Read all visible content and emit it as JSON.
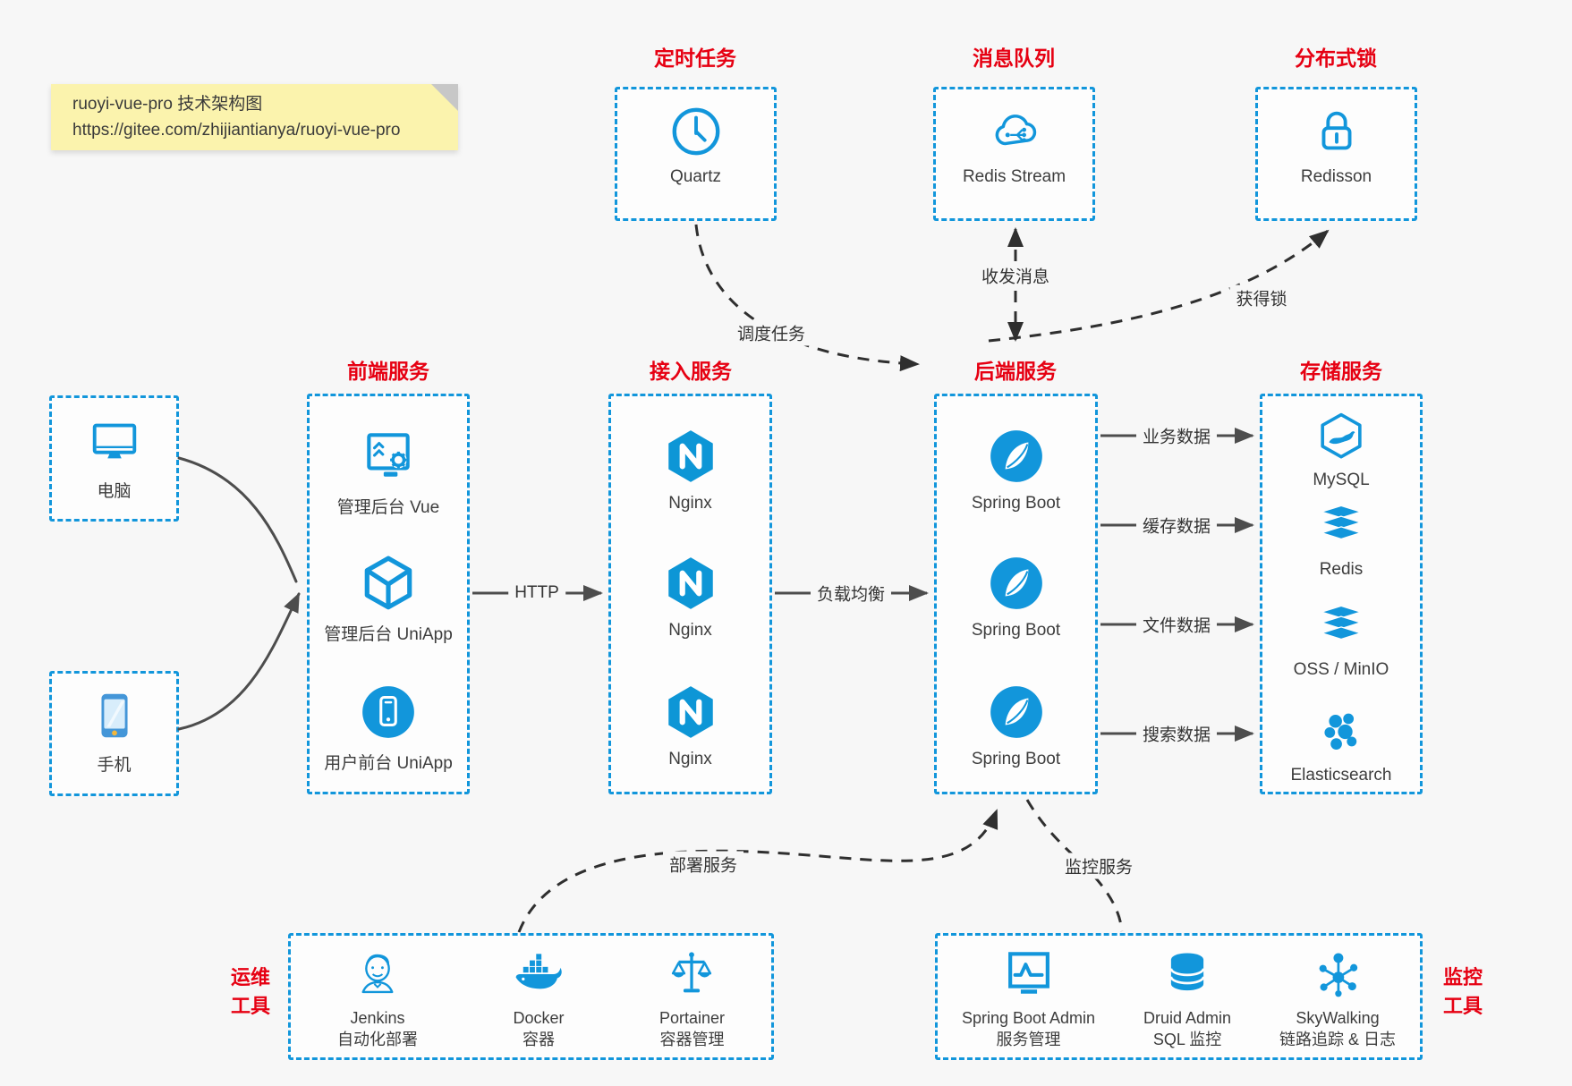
{
  "note": {
    "line1": "ruoyi-vue-pro 技术架构图",
    "line2": "https://gitee.com/zhijiantianya/ruoyi-vue-pro"
  },
  "colors": {
    "accent_blue": "#1296db",
    "title_red": "#e60012",
    "note_bg": "#fbf3ad",
    "solid_arrow_gray": "#4d4d4d",
    "dashed_arrow_dark": "#2f2f2f",
    "background": "#f7f7f7"
  },
  "top_groups": [
    {
      "title": "定时任务",
      "item": {
        "icon": "clock",
        "label": "Quartz"
      }
    },
    {
      "title": "消息队列",
      "item": {
        "icon": "cloud-stream",
        "label": "Redis Stream"
      }
    },
    {
      "title": "分布式锁",
      "item": {
        "icon": "lock",
        "label": "Redisson"
      }
    }
  ],
  "clients": [
    {
      "icon": "desktop",
      "label": "电脑"
    },
    {
      "icon": "smartphone",
      "label": "手机"
    }
  ],
  "main_groups": [
    {
      "title": "前端服务",
      "items": [
        {
          "icon": "admin-vue",
          "label": "管理后台 Vue"
        },
        {
          "icon": "uniapp-cube",
          "label": "管理后台 UniApp"
        },
        {
          "icon": "phone-circle",
          "label": "用户前台 UniApp"
        }
      ]
    },
    {
      "title": "接入服务",
      "items": [
        {
          "icon": "nginx",
          "label": "Nginx"
        },
        {
          "icon": "nginx",
          "label": "Nginx"
        },
        {
          "icon": "nginx",
          "label": "Nginx"
        }
      ]
    },
    {
      "title": "后端服务",
      "items": [
        {
          "icon": "spring-boot",
          "label": "Spring Boot"
        },
        {
          "icon": "spring-boot",
          "label": "Spring Boot"
        },
        {
          "icon": "spring-boot",
          "label": "Spring Boot"
        }
      ]
    },
    {
      "title": "存储服务",
      "items": [
        {
          "icon": "mysql",
          "label": "MySQL"
        },
        {
          "icon": "redis-stack",
          "label": "Redis"
        },
        {
          "icon": "storage-stack",
          "label": "OSS / MinIO"
        },
        {
          "icon": "elasticsearch",
          "label": "Elasticsearch"
        }
      ]
    }
  ],
  "bottom_groups": [
    {
      "side_label_line1": "运维",
      "side_label_line2": "工具",
      "items": [
        {
          "icon": "jenkins",
          "label": "Jenkins",
          "sublabel": "自动化部署"
        },
        {
          "icon": "docker-whale",
          "label": "Docker",
          "sublabel": "容器"
        },
        {
          "icon": "portainer-scales",
          "label": "Portainer",
          "sublabel": "容器管理"
        }
      ]
    },
    {
      "side_label_line1": "监控",
      "side_label_line2": "工具",
      "items": [
        {
          "icon": "monitor-chart",
          "label": "Spring Boot Admin",
          "sublabel": "服务管理"
        },
        {
          "icon": "druid-database",
          "label": "Druid Admin",
          "sublabel": "SQL 监控"
        },
        {
          "icon": "skywalking-topology",
          "label": "SkyWalking",
          "sublabel": "链路追踪 & 日志"
        }
      ]
    }
  ],
  "edges": {
    "http": "HTTP",
    "load_balance": "负载均衡",
    "schedule": "调度任务",
    "messages": "收发消息",
    "acquire_lock": "获得锁",
    "deploy": "部署服务",
    "monitor": "监控服务",
    "business_data": "业务数据",
    "cache_data": "缓存数据",
    "file_data": "文件数据",
    "search_data": "搜索数据"
  }
}
